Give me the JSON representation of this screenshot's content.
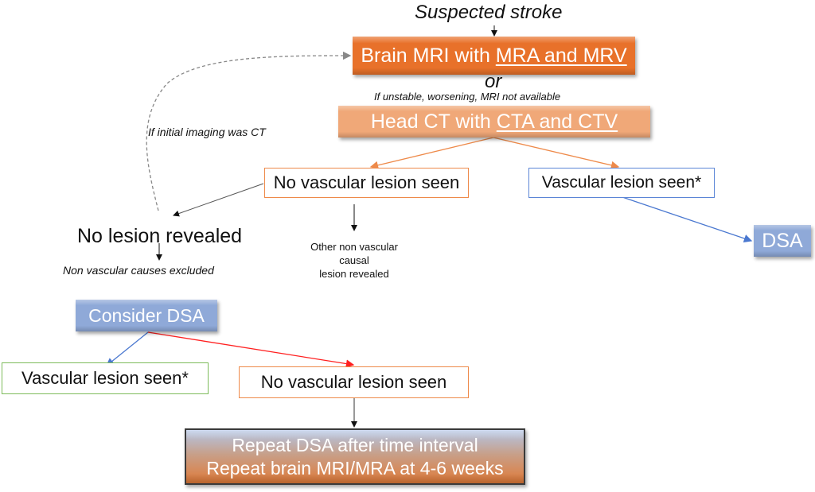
{
  "start_label": "Suspected stroke",
  "mri_box": {
    "prefix": "Brain MRI with ",
    "underlined": "MRA and MRV"
  },
  "or_label": "or",
  "or_condition": "If unstable, worsening, MRI not available",
  "ct_box": {
    "prefix": "Head CT with ",
    "underlined": "CTA and CTV"
  },
  "loop_label": "If initial imaging was CT",
  "no_vascular_lesion_1": "No vascular lesion seen",
  "vascular_lesion_1": "Vascular lesion seen*",
  "dsa_box": "DSA",
  "no_lesion_revealed": "No lesion revealed",
  "non_vascular_excluded": "Non vascular causes excluded",
  "other_non_vascular": [
    "Other non vascular",
    "causal",
    "lesion revealed"
  ],
  "consider_dsa": "Consider DSA",
  "vascular_lesion_2": "Vascular lesion seen*",
  "no_vascular_lesion_2": "No vascular lesion seen",
  "repeat_box": [
    "Repeat DSA after time interval",
    "Repeat brain MRI/MRA at 4-6 weeks"
  ],
  "colors": {
    "orange_dark": "#e8712a",
    "orange_light": "#f0a878",
    "blue_box": "#8fa9d8",
    "orange_arrow": "#ee8a4a",
    "blue_arrow": "#4a78d0",
    "red_arrow": "#ff2020",
    "gray_dashed": "#888888"
  }
}
